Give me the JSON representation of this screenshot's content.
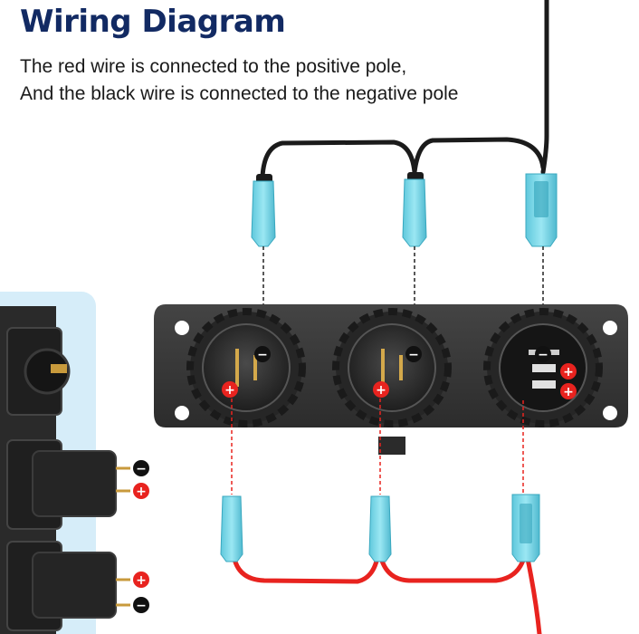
{
  "title": "Wiring Diagram",
  "subtitle_lines": [
    "The red wire is connected to the positive pole,",
    "And the black wire is connected to the negative pole"
  ],
  "colors": {
    "title": "#122a63",
    "positive_wire": "#e8231f",
    "negative_wire": "#1b1b1b",
    "connector": "#6fd3e6",
    "panel": "#3a3a3a",
    "positive_marker": "#e8231f",
    "negative_marker": "#111111",
    "side_panel": "#d6edf9"
  },
  "markers": {
    "positive": "+",
    "negative": "−"
  },
  "sockets": [
    {
      "name": "socket-left",
      "poles": [
        "negative",
        "positive"
      ]
    },
    {
      "name": "socket-middle",
      "poles": [
        "negative",
        "positive"
      ]
    },
    {
      "name": "socket-right",
      "poles": [
        "negative",
        "positive",
        "positive"
      ]
    }
  ],
  "side_view_poles": [
    "negative",
    "positive",
    "positive",
    "negative"
  ],
  "icons": [
    "positive-pole-icon",
    "negative-pole-icon",
    "usb-port-icon"
  ]
}
